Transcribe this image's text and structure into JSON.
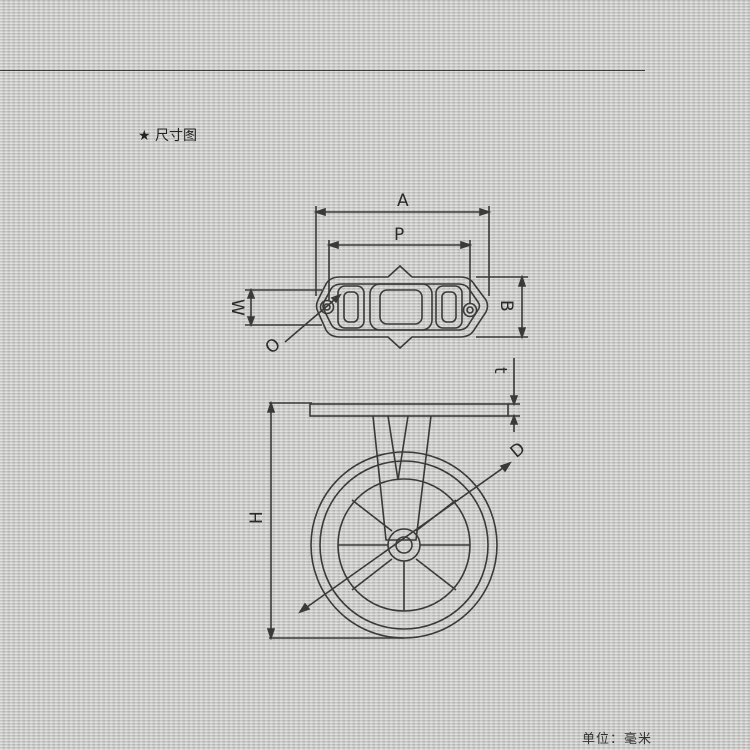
{
  "heading": "★ 尺寸图",
  "unit_note": "单位：毫米",
  "dimensions": {
    "A": "A",
    "P": "P",
    "W": "W",
    "B": "B",
    "O": "O",
    "t": "t",
    "D": "D",
    "H": "H"
  },
  "colors": {
    "background": "#c9c9c7",
    "line": "#3a3a3a"
  }
}
